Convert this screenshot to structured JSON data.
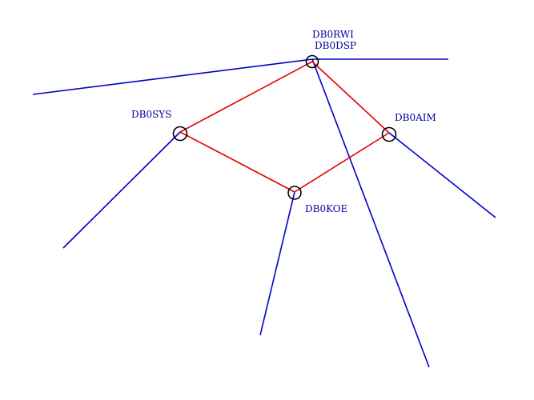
{
  "diagram": {
    "colors": {
      "background": "#ffffff",
      "blue_link": "#0000c8",
      "red_link": "#e00000",
      "node_circle": "#000000",
      "label_text": "#0000a0"
    },
    "nodes": [
      {
        "id": "db0rwi",
        "label_line1": "DB0RWI",
        "label_line2": "DB0DSP"
      },
      {
        "id": "db0sys",
        "label": "DB0SYS"
      },
      {
        "id": "db0aim",
        "label": "DB0AIM"
      },
      {
        "id": "db0koe",
        "label": "DB0KOE"
      }
    ],
    "red_links": [
      {
        "from": "db0rwi",
        "to": "db0sys"
      },
      {
        "from": "db0rwi",
        "to": "db0aim"
      },
      {
        "from": "db0sys",
        "to": "db0koe"
      },
      {
        "from": "db0koe",
        "to": "db0aim"
      }
    ]
  }
}
